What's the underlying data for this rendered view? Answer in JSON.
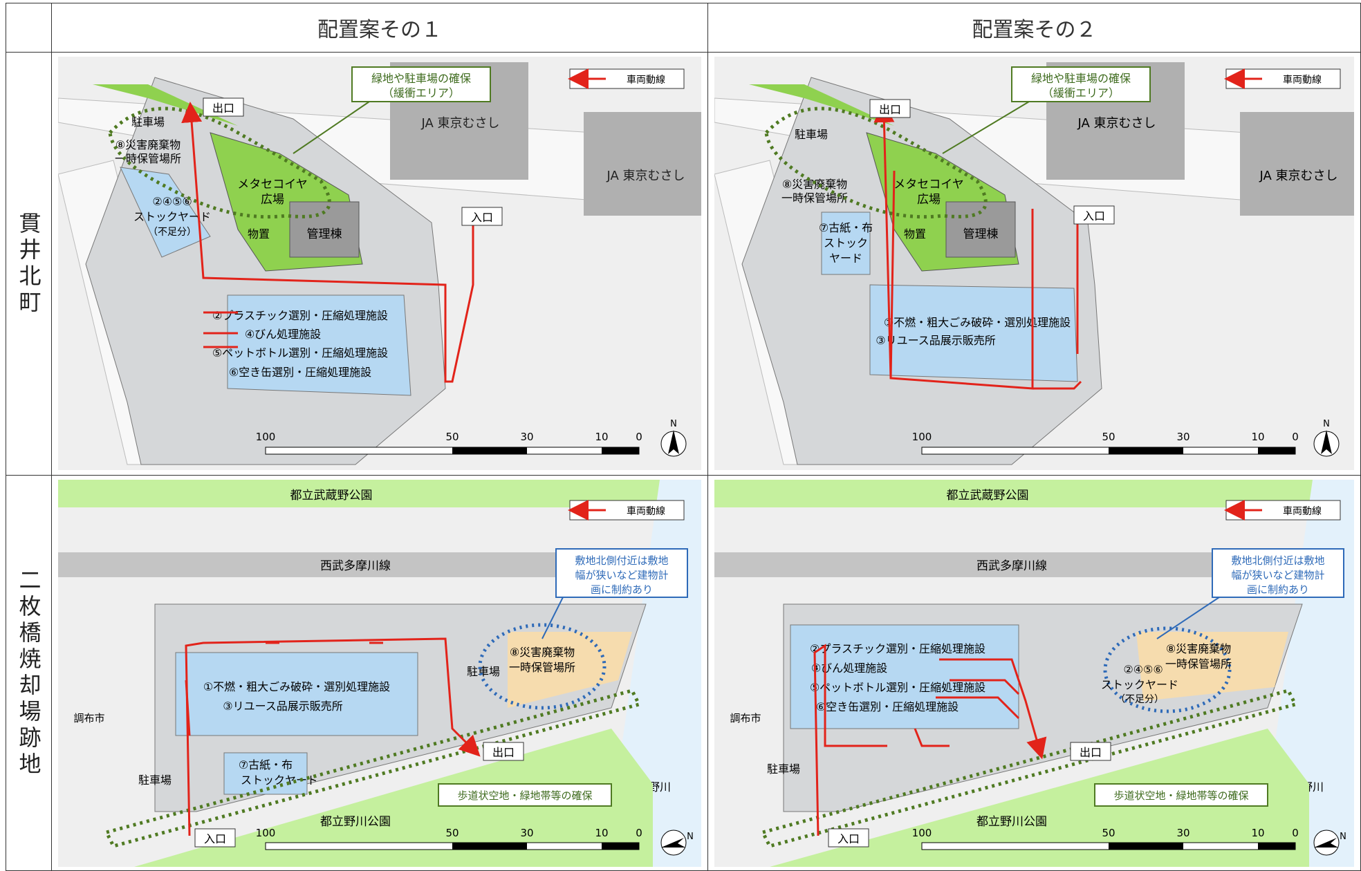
{
  "headers": {
    "col1": "配置案その１",
    "col2": "配置案その２"
  },
  "rows": [
    {
      "label": "貫井北町"
    },
    {
      "label": "二枚橋焼却場跡地"
    }
  ],
  "common": {
    "legend": "車両動線",
    "entrance": "入口",
    "exit": "出口",
    "scale": [
      "100",
      "50",
      "30",
      "10",
      "0"
    ],
    "north": "N"
  },
  "nukui": {
    "buffer_callout": [
      "緑地や駐車場の確保",
      "（緩衝エリア）"
    ],
    "ja": "JA 東京むさし",
    "plaza": [
      "メタセコイヤ",
      "広場"
    ],
    "storage": "物置",
    "admin": "管理棟",
    "parking": "駐車場",
    "plan1": {
      "disaster": [
        "⑧災害廃棄物",
        "一時保管場所"
      ],
      "stockyard": [
        "②④⑤⑥",
        "ストックヤード",
        "（不足分）"
      ],
      "facilities": [
        "②プラスチック選別・圧縮処理施設",
        "④びん処理施設",
        "⑤ペットボトル選別・圧縮処理施設",
        "⑥空き缶選別・圧縮処理施設"
      ]
    },
    "plan2": {
      "disaster": [
        "⑧災害廃棄物",
        "一時保管場所"
      ],
      "stockyard": [
        "⑦古紙・布",
        "ストック",
        "ヤード"
      ],
      "facilities": [
        "①不燃・粗大ごみ破砕・選別処理施設",
        "③リユース品展示販売所"
      ]
    }
  },
  "nimai": {
    "park_top": "都立武蔵野公園",
    "railway": "西武多摩川線",
    "callout": [
      "敷地北側付近は敷地",
      "幅が狭いなど建物計",
      "画に制約あり"
    ],
    "chofu": "調布市",
    "parking": "駐車場",
    "park_bottom": "都立野川公園",
    "river": "野川",
    "sidewalk": "歩道状空地・緑地帯等の確保",
    "plan1": {
      "facilities": [
        "①不燃・粗大ごみ破砕・選別処理施設",
        "③リユース品展示販売所"
      ],
      "stockyard": [
        "⑦古紙・布",
        "ストックヤード"
      ],
      "disaster": [
        "⑧災害廃棄物",
        "一時保管場所"
      ]
    },
    "plan2": {
      "facilities": [
        "②プラスチック選別・圧縮処理施設",
        "④びん処理施設",
        "⑤ペットボトル選別・圧縮処理施設",
        "⑥空き缶選別・圧縮処理施設"
      ],
      "disaster": [
        "⑧災害廃棄物",
        "一時保管場所"
      ],
      "stockyard": [
        "②④⑤⑥",
        "ストックヤード",
        "（不足分）"
      ]
    }
  }
}
